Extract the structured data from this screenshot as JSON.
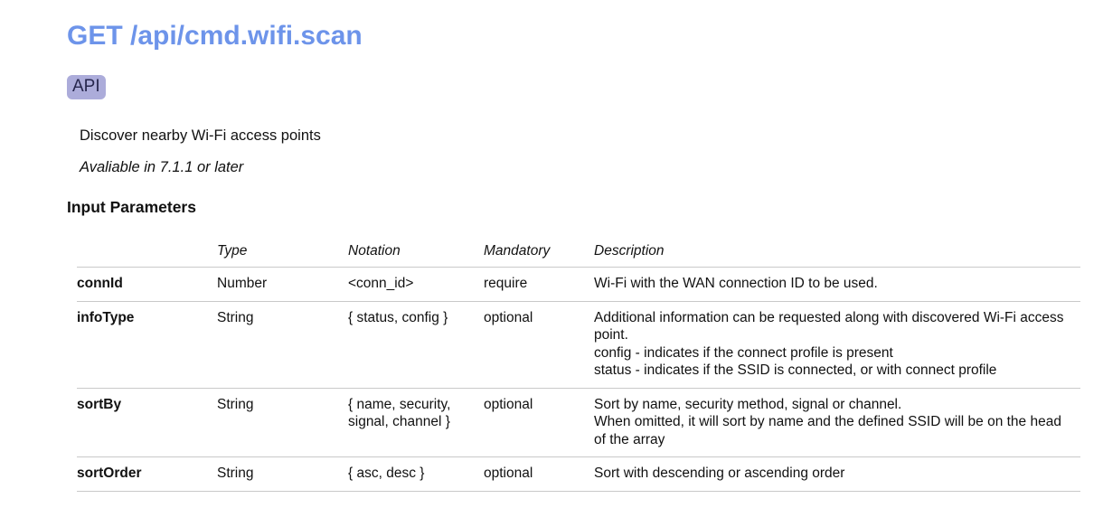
{
  "page": {
    "title": "GET /api/cmd.wifi.scan",
    "badge": "API",
    "summary": "Discover nearby Wi-Fi access points",
    "availability": "Avaliable in 7.1.1 or later",
    "section_heading": "Input Parameters"
  },
  "colors": {
    "title_blue": "#6d94ea",
    "badge_bg": "#acacda",
    "badge_text": "#26264d",
    "table_rule": "#c9c9c9"
  },
  "table": {
    "headers": [
      "",
      "Type",
      "Notation",
      "Mandatory",
      "Description"
    ],
    "rows": [
      {
        "name": "connId",
        "type": "Number",
        "notation": "<conn_id>",
        "mandatory": "require",
        "description": "Wi-Fi with the WAN connection ID to be used."
      },
      {
        "name": "infoType",
        "type": "String",
        "notation": "{ status, config }",
        "mandatory": "optional",
        "description": "Additional information can be requested along with discovered Wi-Fi access point.\nconfig - indicates if the connect profile is present\nstatus - indicates if the SSID is connected, or with connect profile"
      },
      {
        "name": "sortBy",
        "type": "String",
        "notation": "{ name, security, signal, channel }",
        "mandatory": "optional",
        "description": "Sort by name, security method, signal or channel.\nWhen omitted, it will sort by name and the defined SSID will be on the head of the array"
      },
      {
        "name": "sortOrder",
        "type": "String",
        "notation": "{ asc, desc }",
        "mandatory": "optional",
        "description": "Sort with descending or ascending order"
      }
    ]
  }
}
